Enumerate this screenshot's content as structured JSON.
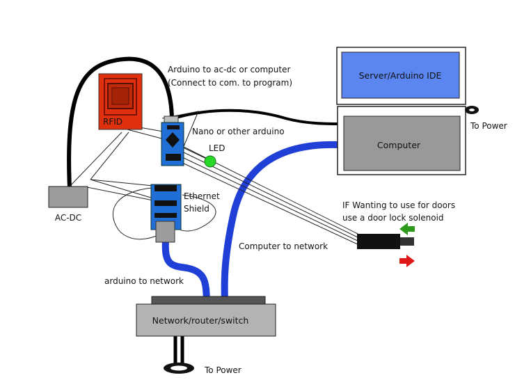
{
  "labels": {
    "arduino_power_line1": "Arduino to ac-dc or computer",
    "arduino_power_line2": "(Connect to com. to program)",
    "rfid": "RFID",
    "nano": "Nano or other arduino",
    "led": "LED",
    "ethernet_line1": "Ethernet",
    "ethernet_line2": "Shield",
    "acdc": "AC-DC",
    "server": "Server/Arduino IDE",
    "computer": "Computer",
    "computer_to_power": "To Power",
    "solenoid_line1": "IF Wanting to use for doors",
    "solenoid_line2": "use a door lock solenoid",
    "computer_to_network": "Computer to network",
    "arduino_to_network": "arduino to network",
    "router": "Network/router/switch",
    "router_to_power": "To Power"
  },
  "colors": {
    "network_cable": "#1f3fd6",
    "power_cable": "#000000",
    "rfid_body": "#e0300e",
    "arduino_board": "#1f6fd6",
    "monitor_screen": "#5b86f0",
    "computer_case": "#999999",
    "router_body": "#b3b3b3",
    "acdc_body": "#9c9c9c",
    "led": "#27d827",
    "arrow_in": "#2e9a1c",
    "arrow_out": "#e01818"
  }
}
